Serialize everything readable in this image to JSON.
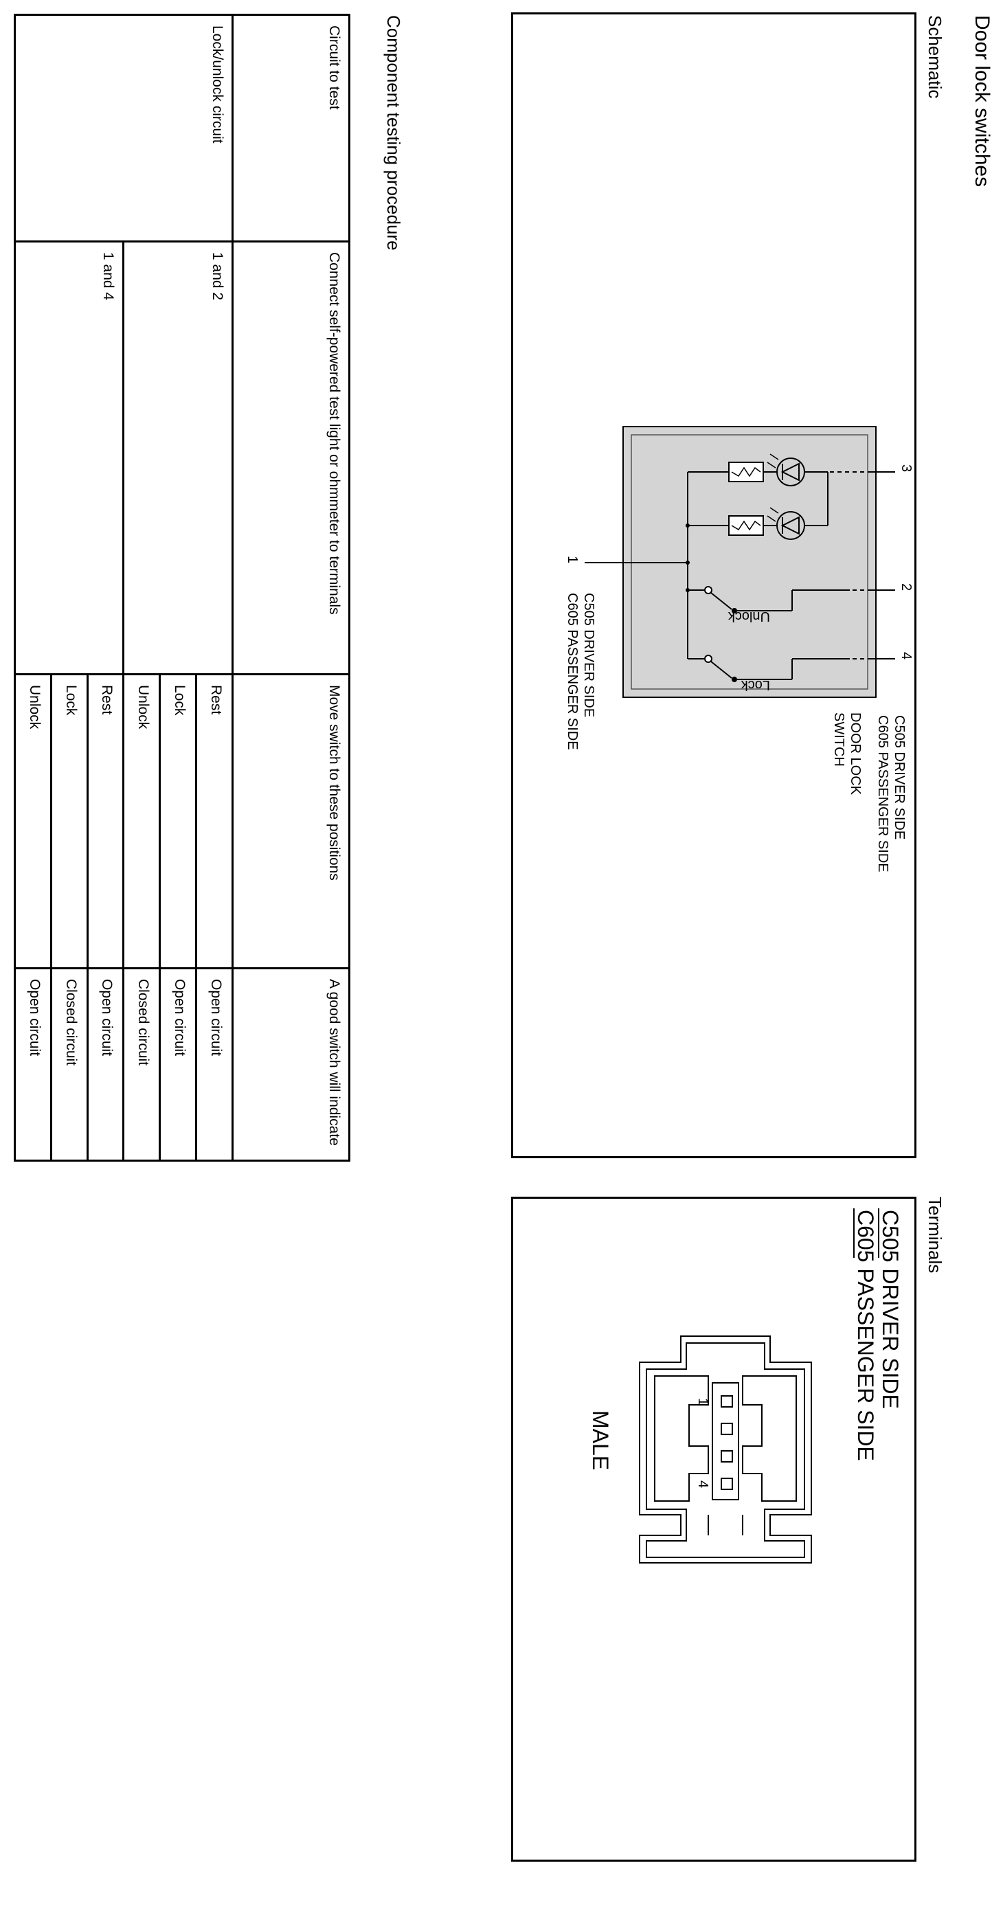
{
  "title": "Door lock switches",
  "schematic": {
    "heading": "Schematic",
    "switch_label": [
      "DOOR LOCK",
      "SWITCH"
    ],
    "connector_top": [
      "C505 DRIVER SIDE",
      "C605 PASSENGER SIDE"
    ],
    "connector_bottom": [
      "C505 DRIVER SIDE",
      "C605 PASSENGER SIDE"
    ],
    "switch_unlock": "Unlock",
    "switch_lock": "Lock",
    "pins": [
      "3",
      "2",
      "4",
      "1"
    ]
  },
  "terminals": {
    "heading": "Terminals",
    "connector": [
      "C505 DRIVER SIDE",
      "C605 PASSENGER SIDE"
    ],
    "pin_first": "1",
    "pin_last": "4",
    "gender": "MALE"
  },
  "procedure": {
    "heading": "Component testing procedure",
    "headers": [
      "Circuit to test",
      "Connect self-powered test light or ohmmeter to terminals",
      "Move switch to these positions",
      "A good switch will indicate"
    ],
    "circuit": "Lock/unlock circuit",
    "groups": [
      {
        "terminals": "1 and 2",
        "rows": [
          {
            "position": "Rest",
            "result": "Open circuit"
          },
          {
            "position": "Lock",
            "result": "Open circuit"
          },
          {
            "position": "Unlock",
            "result": "Closed circuit"
          }
        ]
      },
      {
        "terminals": "1 and 4",
        "rows": [
          {
            "position": "Rest",
            "result": "Open circuit"
          },
          {
            "position": "Lock",
            "result": "Closed circuit"
          },
          {
            "position": "Unlock",
            "result": "Open circuit"
          }
        ]
      }
    ]
  }
}
